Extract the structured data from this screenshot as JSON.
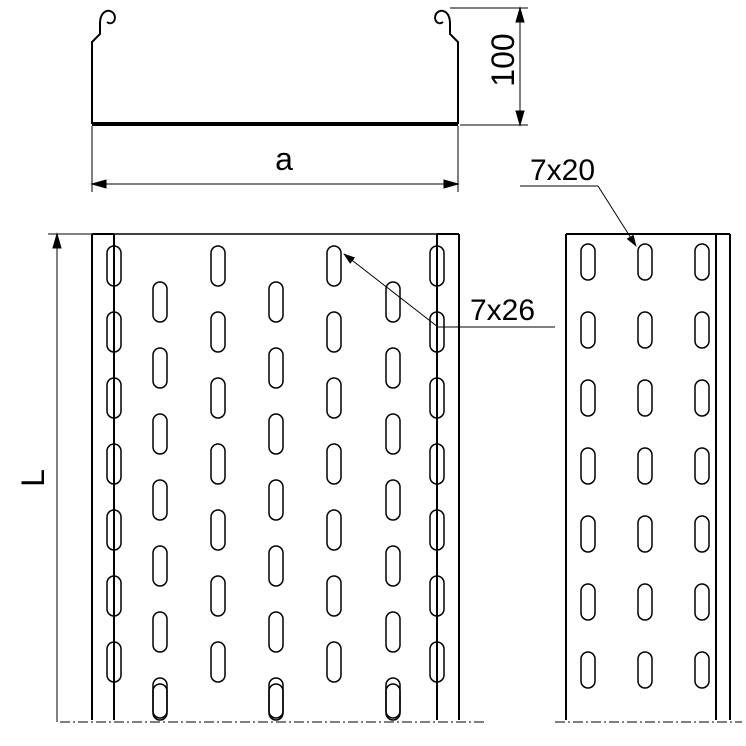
{
  "labels": {
    "height": "100",
    "width": "a",
    "length": "L",
    "slot_bottom": "7x26",
    "slot_side": "7x20"
  },
  "colors": {
    "line": "#000000",
    "background": "#ffffff"
  }
}
